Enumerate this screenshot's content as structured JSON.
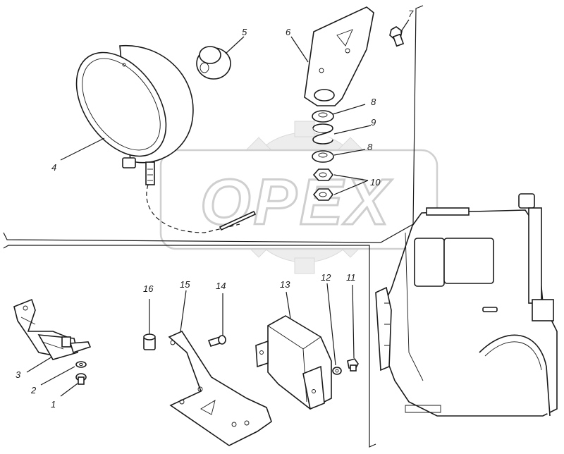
{
  "watermark": {
    "text": "OPEX"
  },
  "callouts": [
    {
      "id": "c1",
      "label": "1"
    },
    {
      "id": "c2",
      "label": "2"
    },
    {
      "id": "c3",
      "label": "3"
    },
    {
      "id": "c4",
      "label": "4"
    },
    {
      "id": "c5",
      "label": "5"
    },
    {
      "id": "c6",
      "label": "6"
    },
    {
      "id": "c7",
      "label": "7"
    },
    {
      "id": "c8a",
      "label": "8"
    },
    {
      "id": "c9",
      "label": "9"
    },
    {
      "id": "c8b",
      "label": "8"
    },
    {
      "id": "c10",
      "label": "10"
    },
    {
      "id": "c11",
      "label": "11"
    },
    {
      "id": "c12",
      "label": "12"
    },
    {
      "id": "c13",
      "label": "13"
    },
    {
      "id": "c14",
      "label": "14"
    },
    {
      "id": "c15",
      "label": "15"
    },
    {
      "id": "c16",
      "label": "16"
    }
  ]
}
